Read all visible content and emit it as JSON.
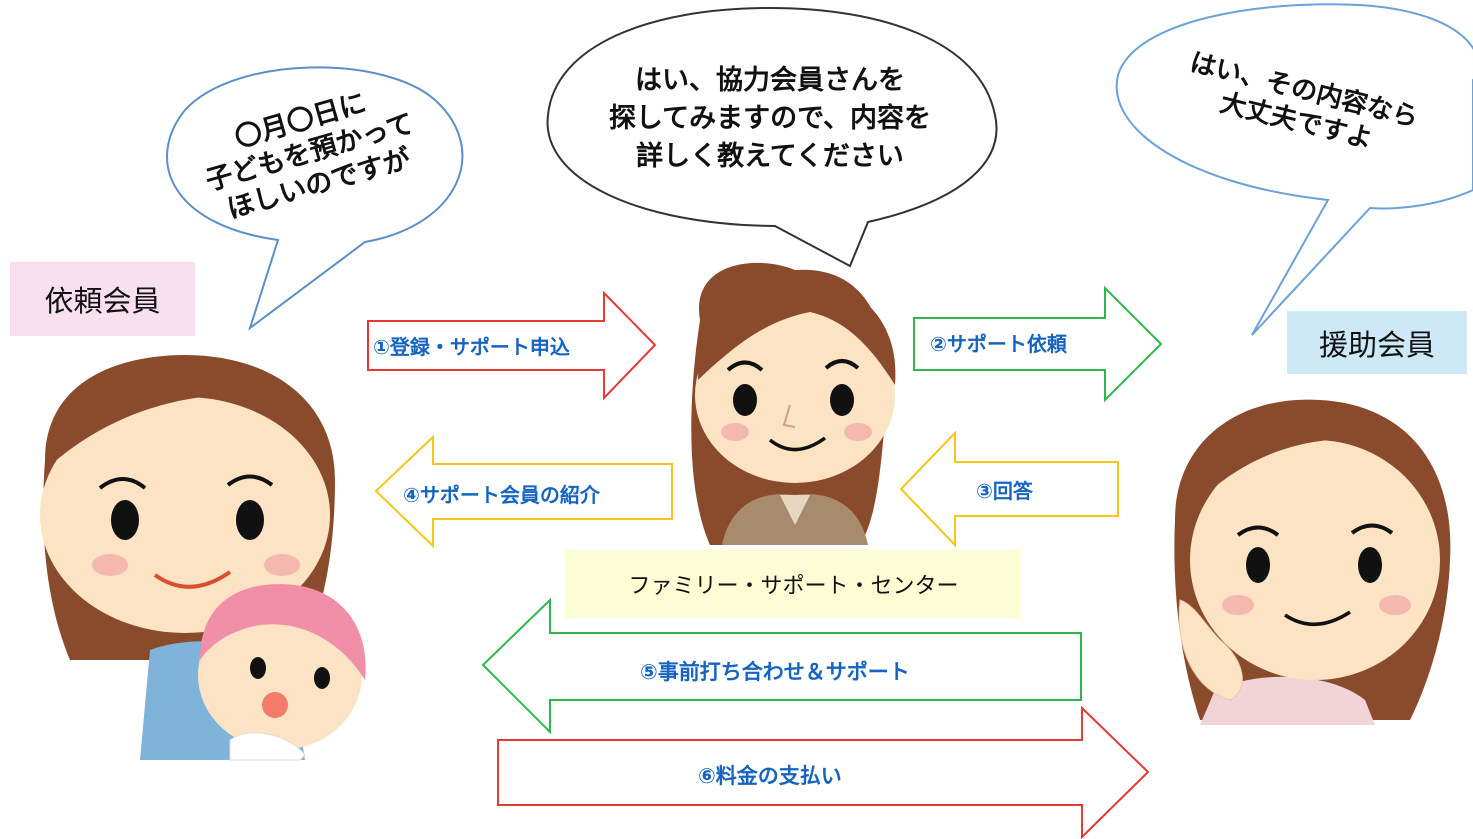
{
  "bubbles": {
    "requester": [
      "〇月〇日に",
      "子どもを預かって",
      "ほしいのですが"
    ],
    "center": [
      "はい、協力会員さんを",
      "探してみますので、内容を",
      "詳しく教えてください"
    ],
    "helper": [
      "はい、その内容なら",
      "大丈夫ですよ"
    ]
  },
  "labels": {
    "requester": "依頼会員",
    "helper": "援助会員",
    "center": "ファミリー・サポート・センター"
  },
  "arrows": {
    "a1": "①登録・サポート申込",
    "a2": "②サポート依頼",
    "a3": "③回答",
    "a4": "④サポート会員の紹介",
    "a5": "⑤事前打ち合わせ＆サポート",
    "a6": "⑥料金の支払い"
  },
  "colors": {
    "red": "#e53935",
    "green": "#2eb84b",
    "yellow": "#f5c518",
    "arrow_text": "#1565c0",
    "bubble_stroke": "#5b8fc9",
    "pink_label": "#f8e0f0",
    "blue_label": "#cde8f7",
    "yellow_label": "#fdfcd4"
  }
}
